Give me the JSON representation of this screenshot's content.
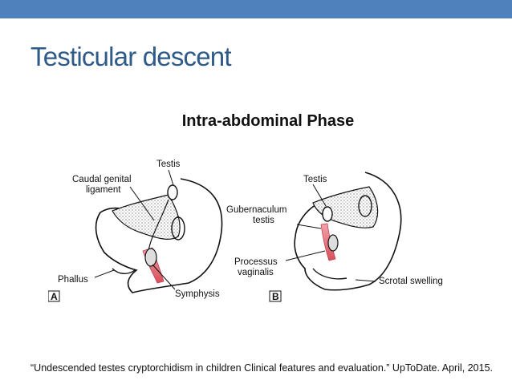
{
  "slide": {
    "title": "Testicular descent",
    "subtitle": "Intra-abdominal Phase",
    "citation": "“Undescended testes cryptorchidism in children Clinical features and evaluation.” UpToDate.  April, 2015."
  },
  "figure": {
    "panel_a": {
      "tag": "A",
      "labels": {
        "testis": "Testis",
        "caudal_line1": "Caudal genital",
        "caudal_line2": "ligament",
        "phallus": "Phallus",
        "symphysis": "Symphysis"
      }
    },
    "panel_b": {
      "tag": "B",
      "labels": {
        "testis": "Testis",
        "gubernaculum_line1": "Gubernaculum",
        "gubernaculum_line2": "testis",
        "processus_line1": "Processus",
        "processus_line2": "vaginalis",
        "scrotal": "Scrotal swelling"
      }
    }
  },
  "colors": {
    "topbar": "#4f81bd",
    "title": "#2e5b8a",
    "gubernaculum": "#e8707a"
  }
}
